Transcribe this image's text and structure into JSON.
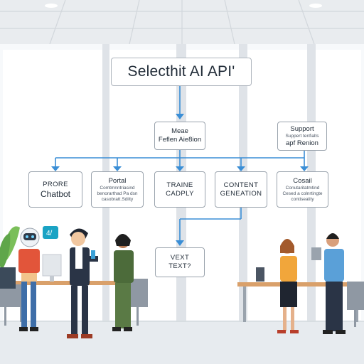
{
  "title": "Selecthit AI API'",
  "top_box": {
    "lines": [
      "Meae",
      "Feflen Aie8ion"
    ]
  },
  "support_box": {
    "lines": [
      "Support",
      "Suppert tenfialts",
      "apf Renion"
    ]
  },
  "boxes": {
    "probe": {
      "lines": [
        "PRORE",
        "Chatbot"
      ]
    },
    "portal": {
      "lines": [
        "Portal",
        "Comtmnntriasind",
        "benorarthad Pa dsn",
        "casobratt.Sdilty"
      ]
    },
    "trajne": {
      "lines": [
        "TRAINE",
        "CADPLY"
      ]
    },
    "content": {
      "lines": [
        "CONTENT",
        "GENEATION"
      ]
    },
    "cosal": {
      "lines": [
        "Cosail",
        "Conutaritatmtind",
        "Cesed a colnrtingte",
        "contiseality"
      ]
    },
    "text": {
      "lines": [
        "VEXT",
        "TEXT?"
      ]
    }
  },
  "robot_badge": "4/",
  "colors": {
    "arrow": "#3a8ed6",
    "box_border": "#9aa3ad",
    "bg": "#f4f6f8"
  }
}
